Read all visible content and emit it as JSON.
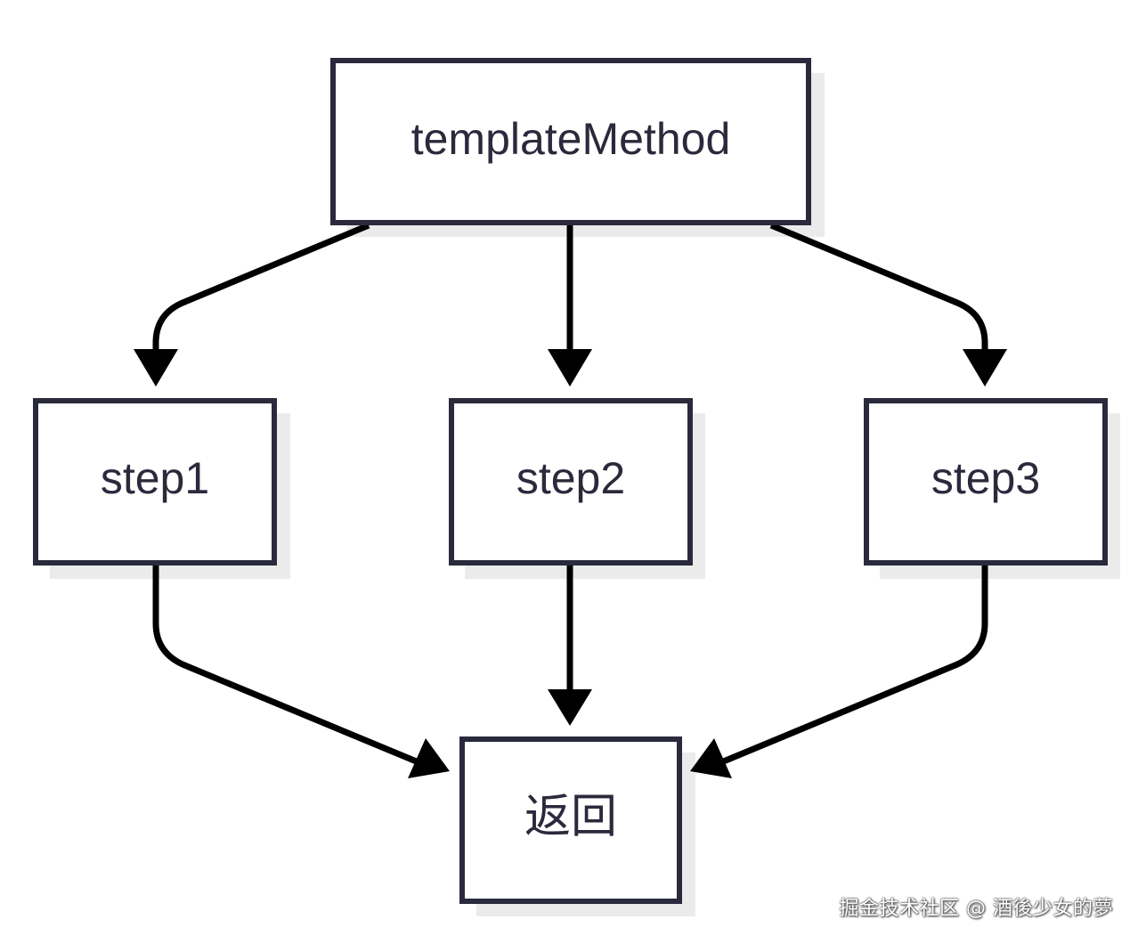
{
  "nodes": {
    "template_method": "templateMethod",
    "step1": "step1",
    "step2": "step2",
    "step3": "step3",
    "return": "返回"
  },
  "watermark": "掘金技术社区 @ 酒後少女的夢",
  "colors": {
    "box_border": "#2a2a3c",
    "box_shadow": "#e8e8e8",
    "arrow": "#000000",
    "text": "#2a2a3c",
    "background": "#ffffff"
  }
}
